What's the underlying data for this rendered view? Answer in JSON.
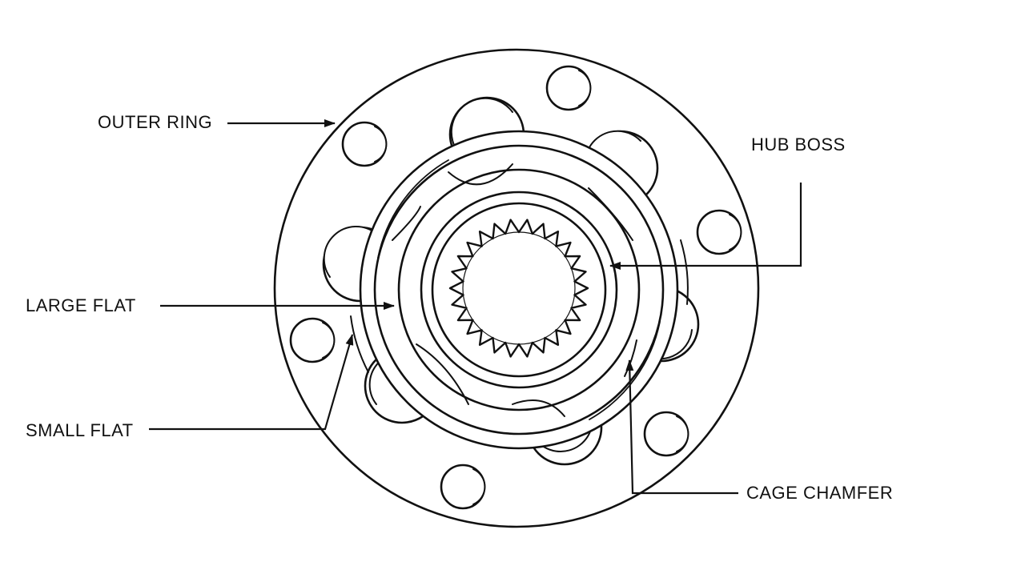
{
  "labels": {
    "outer_ring": "OUTER RING",
    "hub_boss": "HUB BOSS",
    "large_flat": "LARGE FLAT",
    "small_flat": "SMALL FLAT",
    "cage_chamfer": "CAGE CHAMFER"
  },
  "colors": {
    "ink": "#111111",
    "background": "#ffffff"
  }
}
